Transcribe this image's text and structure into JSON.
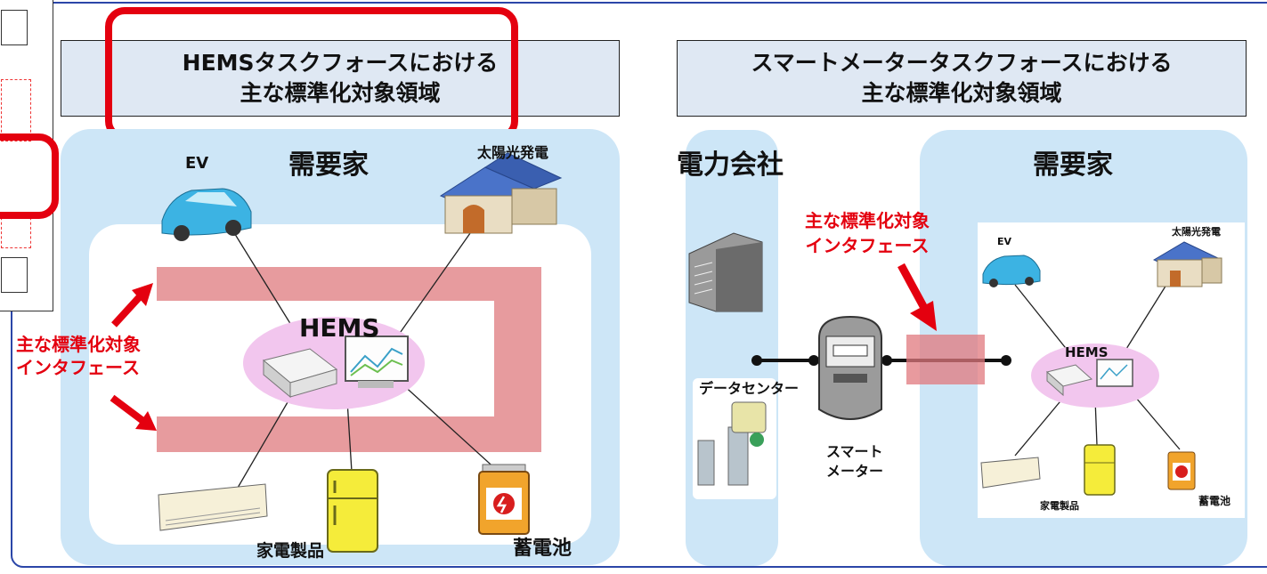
{
  "left_panel": {
    "title_line1": "HEMSタスクフォースにおける",
    "title_line2": "主な標準化対象領域",
    "zone_label": "需要家",
    "ev_label": "EV",
    "solar_label": "太陽光発電",
    "hems_label": "HEMS",
    "interface_line1": "主な標準化対象",
    "interface_line2": "インタフェース",
    "appliance_label": "家電製品",
    "battery_label": "蓄電池"
  },
  "right_panel": {
    "title_line1": "スマートメータータスクフォースにおける",
    "title_line2": "主な標準化対象領域",
    "utility_label": "電力会社",
    "customer_label": "需要家",
    "interface_line1": "主な標準化対象",
    "interface_line2": "インタフェース",
    "datacenter_label": "データセンター",
    "meter_line1": "スマート",
    "meter_line2": "メーター",
    "ev_label": "EV",
    "solar_label": "太陽光発電",
    "hems_label": "HEMS",
    "appliance_label": "家電製品",
    "battery_label": "蓄電池"
  },
  "colors": {
    "highlight": "#e4000f",
    "zone": "#cde6f7",
    "band": "#e79b9e",
    "title_bg": "#dfe8f3",
    "frame": "#2b46a8"
  }
}
